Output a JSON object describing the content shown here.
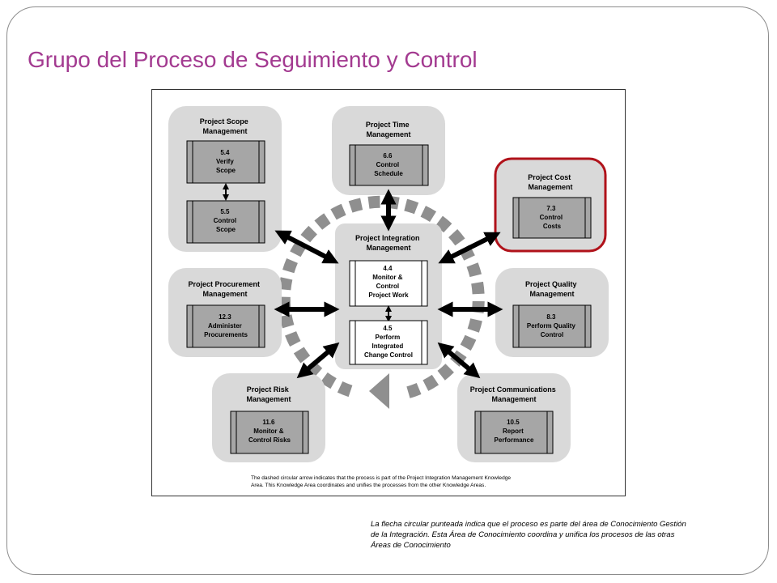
{
  "slide": {
    "title": "Grupo del Proceso de Seguimiento y Control",
    "note": "La flecha circular punteada indica que el proceso es parte del área de Conocimiento Gestión de la Integración. Esta Área de Conocimiento coordina y unifica los procesos de las otras Áreas de Conocimiento"
  },
  "diagram": {
    "scope": {
      "title": [
        "Project Scope",
        "Management"
      ],
      "p1": [
        "5.4",
        "Verify",
        "Scope"
      ],
      "p2": [
        "5.5",
        "Control",
        "Scope"
      ]
    },
    "time": {
      "title": [
        "Project Time",
        "Management"
      ],
      "p1": [
        "6.6",
        "Control",
        "Schedule"
      ]
    },
    "cost": {
      "title": [
        "Project Cost",
        "Management"
      ],
      "p1": [
        "7.3",
        "Control",
        "Costs"
      ],
      "highlight_color": "#b0121a"
    },
    "procurement": {
      "title": [
        "Project Procurement",
        "Management"
      ],
      "p1": [
        "12.3",
        "Administer",
        "Procurements"
      ]
    },
    "integration": {
      "title": [
        "Project Integration",
        "Management"
      ],
      "p1": [
        "4.4",
        "Monitor &",
        "Control",
        "Project Work"
      ],
      "p2": [
        "4.5",
        "Perform",
        "Integrated",
        "Change Control"
      ]
    },
    "quality": {
      "title": [
        "Project Quality",
        "Management"
      ],
      "p1": [
        "8.3",
        "Perform Quality",
        "Control"
      ]
    },
    "risk": {
      "title": [
        "Project Risk",
        "Management"
      ],
      "p1": [
        "11.6",
        "Monitor &",
        "Control Risks"
      ]
    },
    "communications": {
      "title": [
        "Project Communications",
        "Management"
      ],
      "p1": [
        "10.5",
        "Report",
        "Performance"
      ]
    },
    "caption": [
      "The dashed circular arrow indicates that the process is part of the Project Integration Management Knowledge",
      "Area. This Knowledge Area coordinates and unifies the processes from the other Knowledge Areas."
    ]
  }
}
